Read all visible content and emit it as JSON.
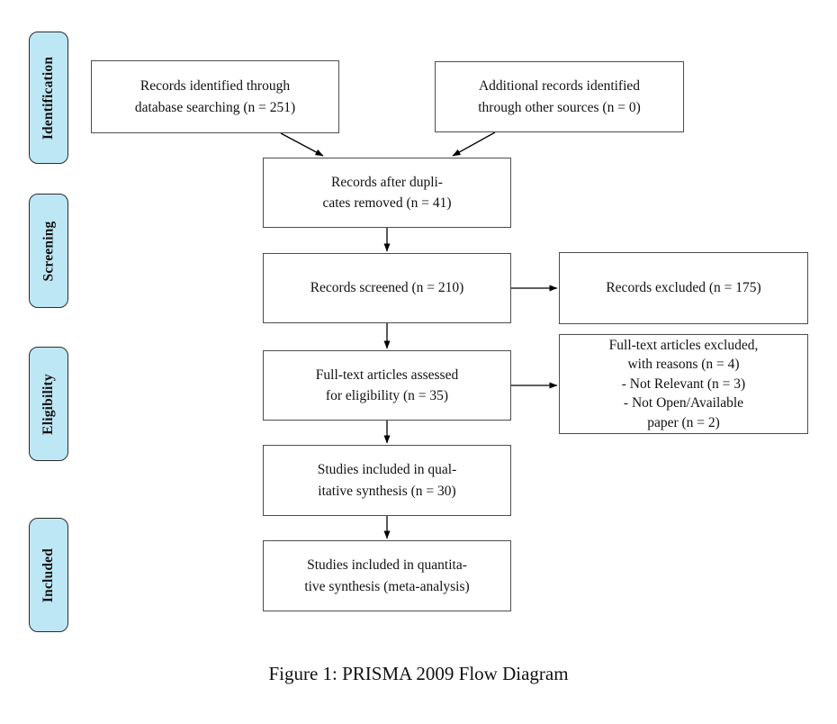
{
  "figure": {
    "caption": "Figure 1: PRISMA 2009 Flow Diagram"
  },
  "stages": {
    "identification": "Identification",
    "screening": "Screening",
    "eligibility": "Eligibility",
    "included": "Included"
  },
  "boxes": {
    "records_identified": "Records identified through\ndatabase searching (n = 251)",
    "additional_records": "Additional records identified\nthrough other sources (n = 0)",
    "duplicates_removed": "Records after dupli-\ncates removed (n = 41)",
    "records_screened": "Records screened (n = 210)",
    "records_excluded": "Records excluded (n = 175)",
    "fulltext_assessed": "Full-text articles assessed\nfor eligibility (n = 35)",
    "fulltext_excluded": "Full-text articles excluded,\nwith reasons (n = 4)\n- Not Relevant (n = 3)\n- Not Open/Available\npaper (n = 2)",
    "qualitative_synthesis": "Studies included in qual-\nitative synthesis (n = 30)",
    "quantitative_synthesis": "Studies included in quantita-\ntive synthesis (meta-analysis)"
  },
  "colors": {
    "stage_fill": "#bee7f5",
    "stage_border": "#2b2b2b",
    "box_border": "#4d4d4d",
    "arrow": "#000000",
    "text": "#111111",
    "background": "#ffffff"
  }
}
